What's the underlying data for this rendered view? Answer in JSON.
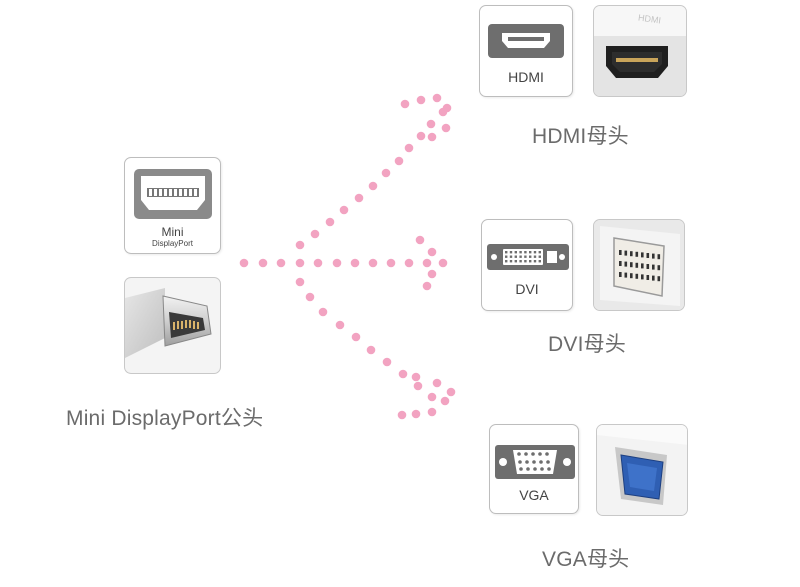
{
  "source": {
    "card_label_line1": "Mini",
    "card_label_line2": "DisplayPort",
    "caption": "Mini DisplayPort公头"
  },
  "targets": [
    {
      "id": "hdmi",
      "card_label": "HDMI",
      "photo_text": "HDMI",
      "caption": "HDMI母头"
    },
    {
      "id": "dvi",
      "card_label": "DVI",
      "caption": "DVI母头"
    },
    {
      "id": "vga",
      "card_label": "VGA",
      "caption": "VGA母头"
    }
  ],
  "colors": {
    "dots": "#f2a3c1",
    "vga_port": "#2f5fb3",
    "icon_dark": "#5a5a5a"
  },
  "icons": [
    "mini-displayport-icon",
    "hdmi-port-icon",
    "dvi-port-icon",
    "vga-port-icon"
  ]
}
